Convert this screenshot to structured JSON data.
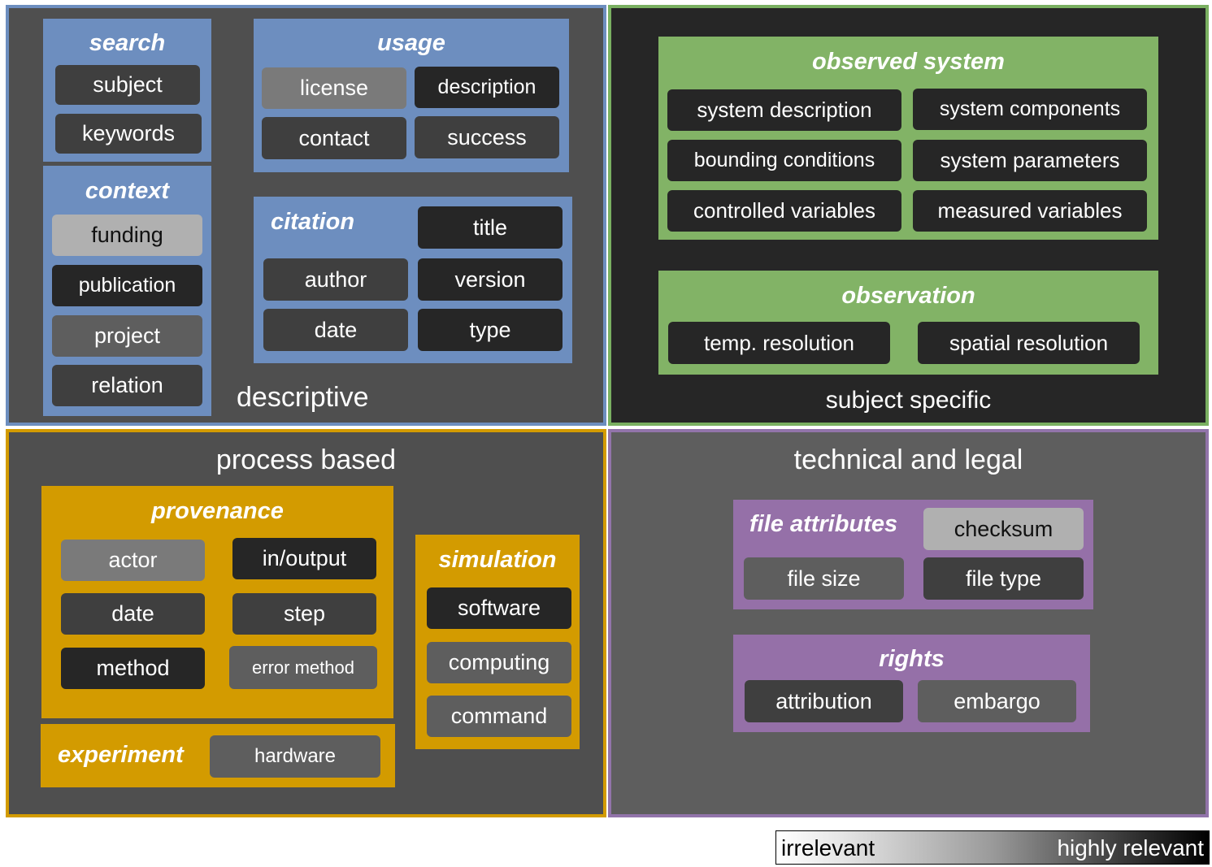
{
  "quadrants": {
    "descriptive": {
      "title": "descriptive",
      "border_color": "#6d8ebf",
      "background": "#4f4f4f",
      "groups": {
        "search": {
          "title": "search",
          "items": [
            {
              "label": "subject",
              "relevance": 3
            },
            {
              "label": "keywords",
              "relevance": 3
            }
          ]
        },
        "usage": {
          "title": "usage",
          "items": [
            {
              "label": "license",
              "relevance": 1
            },
            {
              "label": "description",
              "relevance": 4
            },
            {
              "label": "contact",
              "relevance": 3
            },
            {
              "label": "success",
              "relevance": 3
            }
          ]
        },
        "context": {
          "title": "context",
          "items": [
            {
              "label": "funding",
              "relevance": 0
            },
            {
              "label": "publication",
              "relevance": 4
            },
            {
              "label": "project",
              "relevance": 2
            },
            {
              "label": "relation",
              "relevance": 3
            }
          ]
        },
        "citation": {
          "title": "citation",
          "items": [
            {
              "label": "title",
              "relevance": 4
            },
            {
              "label": "author",
              "relevance": 3
            },
            {
              "label": "version",
              "relevance": 4
            },
            {
              "label": "date",
              "relevance": 3
            },
            {
              "label": "type",
              "relevance": 4
            }
          ]
        }
      }
    },
    "subject_specific": {
      "title": "subject specific",
      "border_color": "#7ab061",
      "background": "#262626",
      "groups": {
        "observed_system": {
          "title": "observed system",
          "items": [
            {
              "label": "system description",
              "relevance": 4
            },
            {
              "label": "system components",
              "relevance": 4
            },
            {
              "label": "bounding conditions",
              "relevance": 4
            },
            {
              "label": "system parameters",
              "relevance": 4
            },
            {
              "label": "controlled variables",
              "relevance": 4
            },
            {
              "label": "measured variables",
              "relevance": 4
            }
          ]
        },
        "observation": {
          "title": "observation",
          "items": [
            {
              "label": "temp. resolution",
              "relevance": 4
            },
            {
              "label": "spatial resolution",
              "relevance": 4
            }
          ]
        }
      }
    },
    "process_based": {
      "title": "process based",
      "border_color": "#d39b00",
      "background": "#4f4f4f",
      "groups": {
        "provenance": {
          "title": "provenance",
          "items": [
            {
              "label": "actor",
              "relevance": 1
            },
            {
              "label": "in/output",
              "relevance": 4
            },
            {
              "label": "date",
              "relevance": 3
            },
            {
              "label": "step",
              "relevance": 3
            },
            {
              "label": "method",
              "relevance": 4
            },
            {
              "label": "error method",
              "relevance": 2
            }
          ]
        },
        "experiment": {
          "title": "experiment",
          "items": [
            {
              "label": "hardware",
              "relevance": 2
            }
          ]
        },
        "simulation": {
          "title": "simulation",
          "items": [
            {
              "label": "software",
              "relevance": 4
            },
            {
              "label": "computing",
              "relevance": 2
            },
            {
              "label": "command",
              "relevance": 2
            }
          ]
        }
      }
    },
    "technical_legal": {
      "title": "technical and legal",
      "border_color": "#9274aa",
      "background": "#5e5e5e",
      "groups": {
        "file_attributes": {
          "title": "file attributes",
          "items": [
            {
              "label": "checksum",
              "relevance": 0
            },
            {
              "label": "file size",
              "relevance": 1
            },
            {
              "label": "file type",
              "relevance": 4
            }
          ]
        },
        "rights": {
          "title": "rights",
          "items": [
            {
              "label": "attribution",
              "relevance": 2
            },
            {
              "label": "embargo",
              "relevance": 1
            }
          ]
        }
      }
    }
  },
  "group_colors": {
    "blue": "#6d8ebf",
    "green": "#82b366",
    "orange": "#d39b00",
    "purple": "#9570a8"
  },
  "legend": {
    "low_label": "irrelevant",
    "high_label": "highly relevant"
  }
}
